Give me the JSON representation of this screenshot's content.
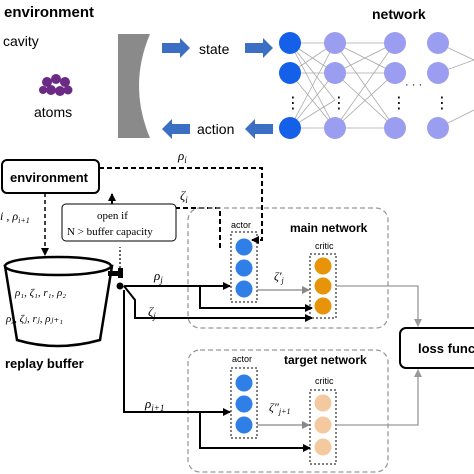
{
  "top": {
    "environment_title": "environment",
    "network_title": "network",
    "cavity_label": "cavity",
    "atoms_label": "atoms",
    "state_label": "state",
    "action_label": "action",
    "dots": "⋮",
    "hdots": "· · ·"
  },
  "flow": {
    "environment_box": "environment",
    "rho_i": "ρ",
    "rho_i_sub": "i",
    "zeta_i": "ζ",
    "zeta_i_sub": "i",
    "left_edge_label": "i , ρ",
    "left_edge_label_2": "i+1",
    "open_if_line1": "open if",
    "open_if_line2": "N > buffer capacity",
    "buffer_row1": "ρ₁, ζ₁, r₁, ρ₂",
    "buffer_row2": "ρⱼ, ζⱼ, rⱼ, ρⱼ₊₁",
    "replay_buffer": "replay buffer",
    "rho_j": "ρ",
    "rho_j_sub": "j",
    "zeta_j": "ζ",
    "zeta_j_sub": "j",
    "rho_j1": "ρ",
    "rho_j1_sub": "j+1",
    "zeta_prime": "ζ′",
    "zeta_prime_sub": "j",
    "zeta_dprime": "ζ″",
    "zeta_dprime_sub": "j+1",
    "main_network": "main network",
    "target_network": "target network",
    "actor_main": "actor",
    "critic_main": "critic",
    "actor_target": "actor",
    "critic_target": "critic",
    "loss_function": "loss func"
  },
  "colors": {
    "arrow_blue": "#3a6fc4",
    "node_blue": "#1560e8",
    "node_lavender": "#9b9ef0",
    "atom_purple": "#6b2a84",
    "actor_blue": "#2f7fe6",
    "actor_light": "#8fb5ee",
    "critic_orange": "#e8940a",
    "critic_light": "#f5c9a0",
    "mirror_gray": "#8a8a8a"
  }
}
